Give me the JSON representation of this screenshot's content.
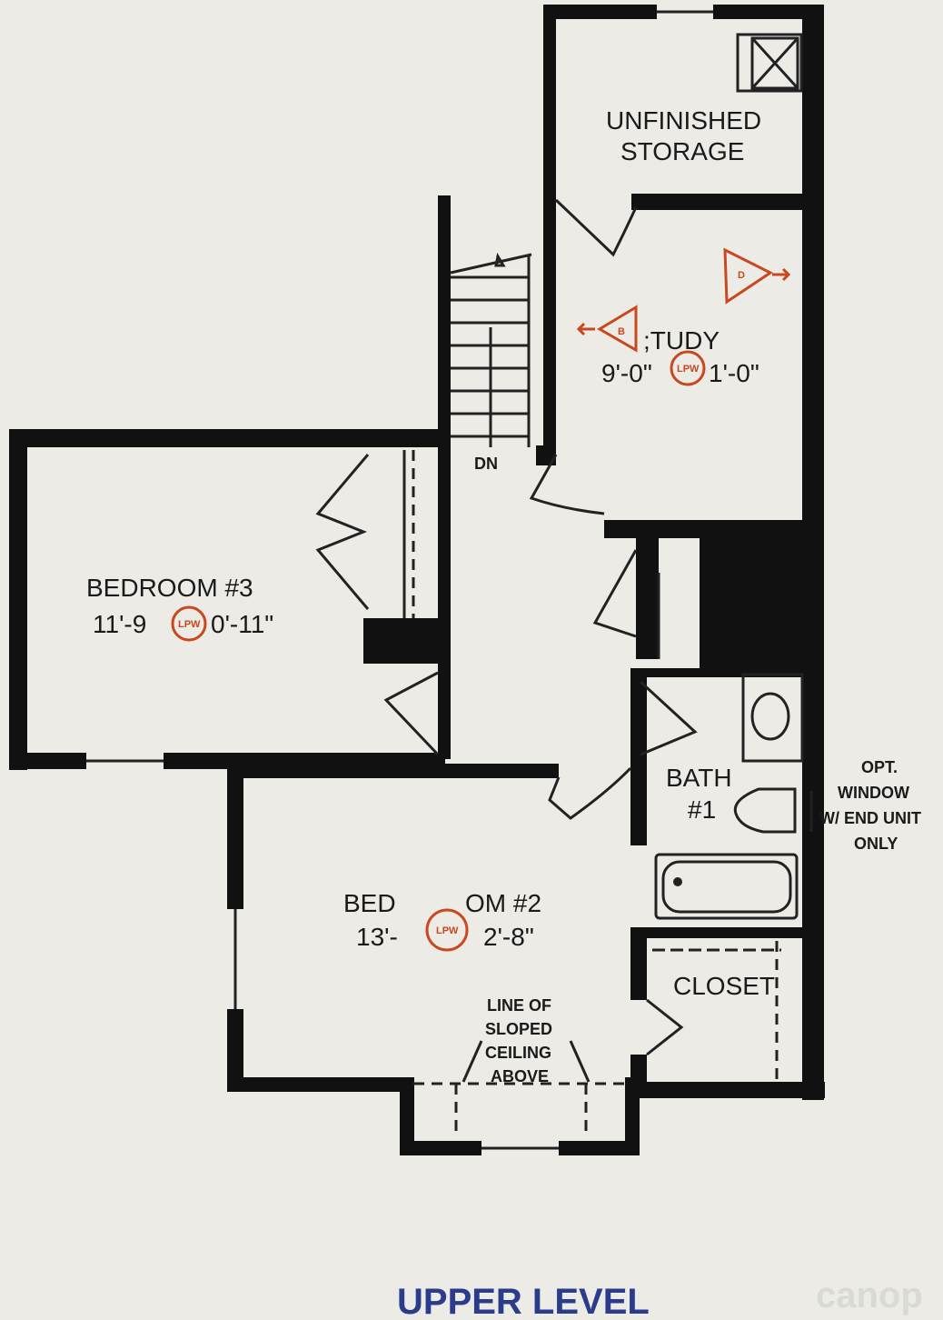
{
  "title": "UPPER LEVEL",
  "watermark": "canop",
  "rooms": {
    "storage": {
      "line1": "UNFINISHED",
      "line2": "STORAGE"
    },
    "study": {
      "name": ";TUDY",
      "dim_left": "9'-0\"",
      "dim_right": "1'-0\""
    },
    "bedroom3": {
      "name": "BEDROOM #3",
      "dim_left": "11'-9",
      "dim_right": "0'-11\""
    },
    "bedroom2": {
      "name_left": "BED",
      "name_right": "OM #2",
      "dim_left": "13'-",
      "dim_right": "2'-8\""
    },
    "bath": {
      "line1": "BATH",
      "line2": "#1"
    },
    "closet": {
      "name": "CLOSET"
    }
  },
  "stairs": {
    "label": "DN"
  },
  "notes": {
    "opt_window": [
      "OPT.",
      "WINDOW",
      "W/ END UNIT",
      "ONLY"
    ],
    "sloped_ceiling": [
      "LINE OF",
      "SLOPED",
      "CEILING",
      "ABOVE"
    ]
  },
  "markers": {
    "lpw": "LPW",
    "triangle_d": "D",
    "triangle_b": "B"
  },
  "colors": {
    "wall": "#111111",
    "marker": "#c9481f",
    "title": "#2b3d8a",
    "background": "#ecebe6"
  }
}
